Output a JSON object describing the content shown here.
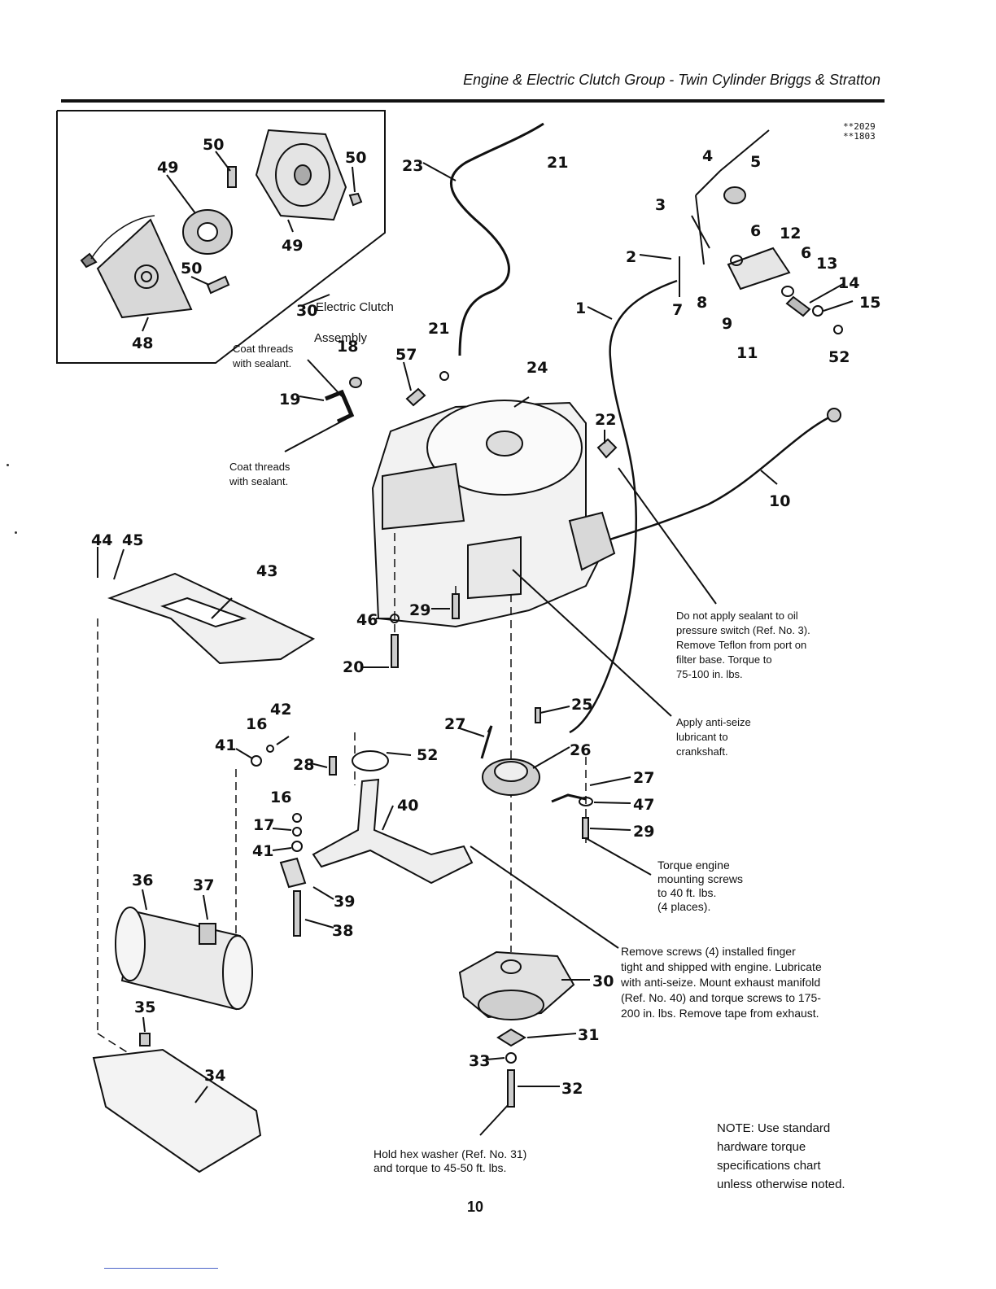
{
  "header": {
    "title": "Engine & Electric Clutch Group - Twin Cylinder Briggs & Stratton",
    "ref_codes": [
      "**2029",
      "**1803"
    ]
  },
  "inset": {
    "label_line1": "Electric Clutch",
    "label_line2": "Assembly",
    "label_number": "30"
  },
  "parts": {
    "p1": "1",
    "p2": "2",
    "p3": "3",
    "p4": "4",
    "p5": "5",
    "p6a": "6",
    "p6b": "6",
    "p7": "7",
    "p8": "8",
    "p9": "9",
    "p10": "10",
    "p11": "11",
    "p12": "12",
    "p13": "13",
    "p14": "14",
    "p15": "15",
    "p16a": "16",
    "p16b": "16",
    "p17": "17",
    "p18": "18",
    "p19": "19",
    "p20": "20",
    "p21a": "21",
    "p21b": "21",
    "p22": "22",
    "p23": "23",
    "p24": "24",
    "p25": "25",
    "p26": "26",
    "p27a": "27",
    "p27b": "27",
    "p28": "28",
    "p29a": "29",
    "p29b": "29",
    "p30": "30",
    "p31": "31",
    "p32": "32",
    "p33": "33",
    "p34": "34",
    "p35": "35",
    "p36": "36",
    "p37": "37",
    "p38": "38",
    "p39": "39",
    "p40": "40",
    "p41a": "41",
    "p41b": "41",
    "p42": "42",
    "p43": "43",
    "p44": "44",
    "p45": "45",
    "p46": "46",
    "p47": "47",
    "p48": "48",
    "p49a": "49",
    "p49b": "49",
    "p50a": "50",
    "p50b": "50",
    "p50c": "50",
    "p51": "57",
    "p52a": "52",
    "p52b": "52"
  },
  "notes": {
    "coat_threads_1": "Coat threads\nwith sealant.",
    "coat_threads_2": "Coat threads\nwith sealant.",
    "oil_pressure": "Do not apply sealant to oil\npressure switch (Ref. No. 3).\nRemove Teflon from port on\nfilter base. Torque to\n75-100 in. lbs.",
    "anti_seize": "Apply anti-seize\nlubricant to\ncrankshaft.",
    "torque_engine": "Torque engine\nmounting screws\nto 40 ft. lbs.\n(4 places).",
    "remove_screws": "Remove screws (4) installed finger\ntight and shipped with engine.  Lubricate\nwith anti-seize. Mount exhaust manifold\n(Ref. No. 40) and torque screws to 175-\n200 in. lbs. Remove tape from exhaust.",
    "hold_hex": "Hold hex washer (Ref. No. 31)\nand torque to 45-50 ft. lbs.",
    "standard_note": "NOTE:  Use standard\nhardware torque\nspecifications chart\nunless otherwise noted."
  },
  "footer": {
    "page_number": "10"
  }
}
